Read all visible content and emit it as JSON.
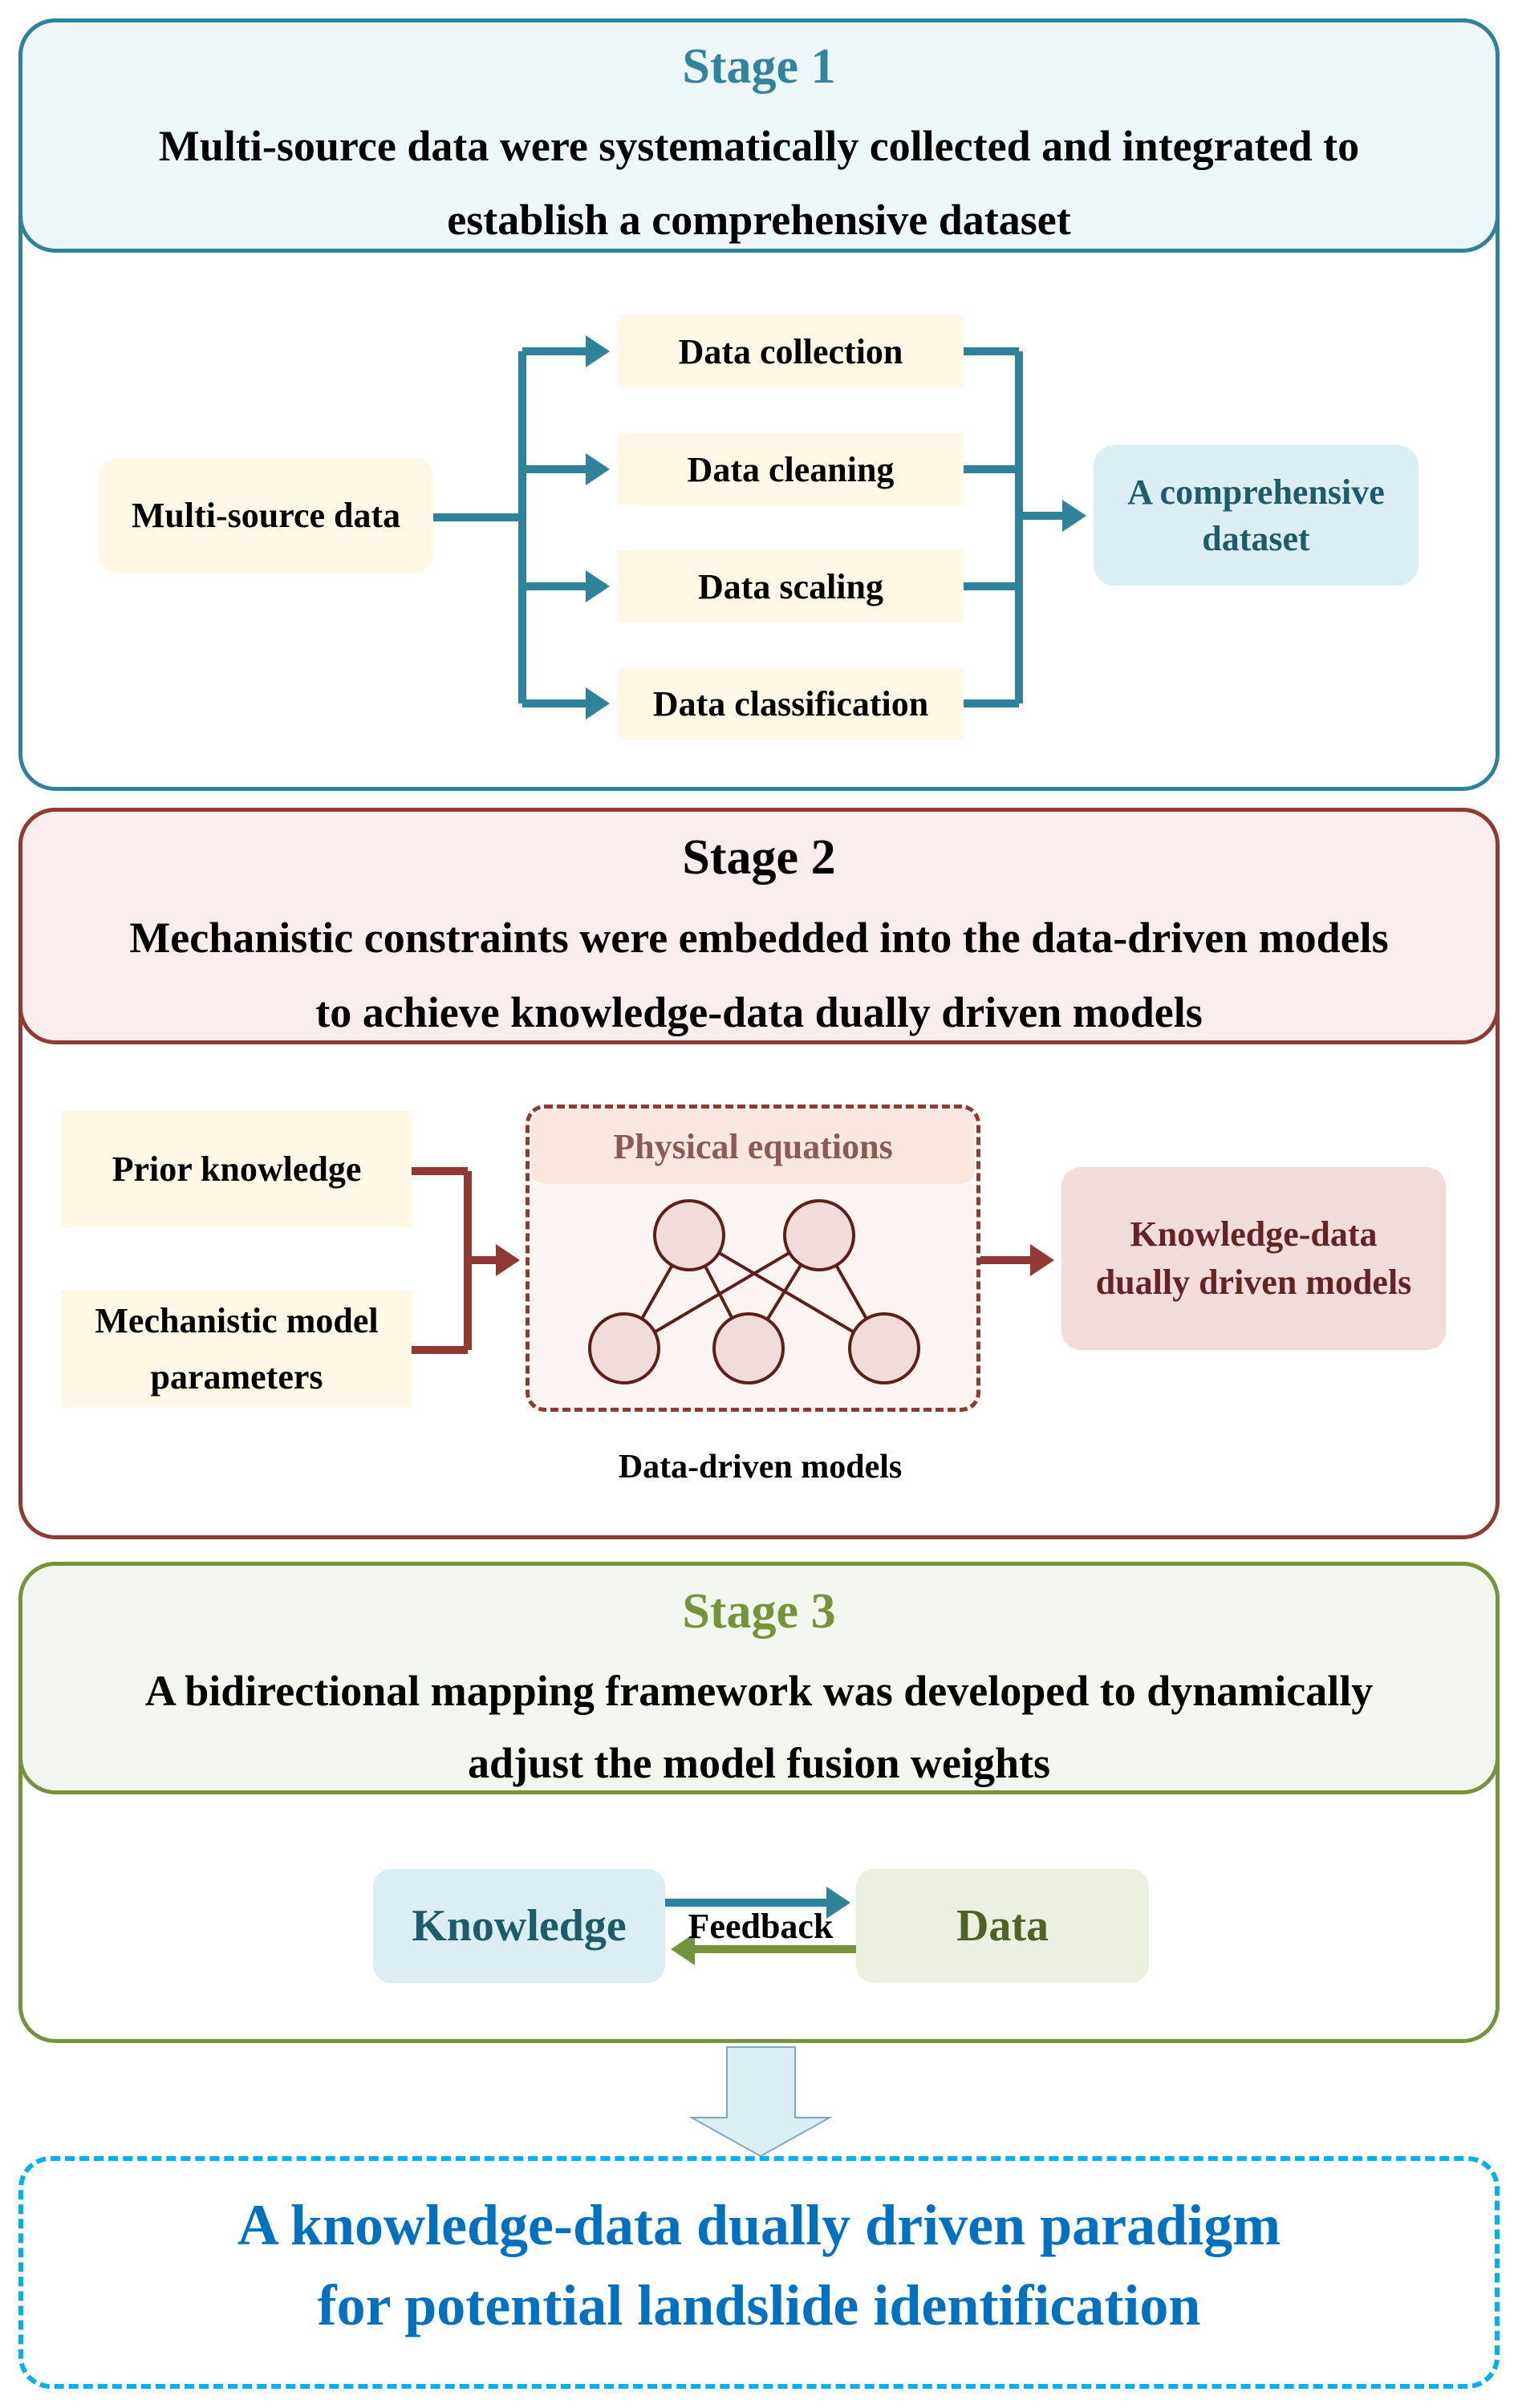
{
  "colors": {
    "stage1": "#2e8299",
    "stage2": "#8f3a33",
    "stage3": "#76933c",
    "final": "#0070c0",
    "final_border": "#00b0f0"
  },
  "stage1": {
    "title": "Stage 1",
    "desc_line1": "Multi-source data were systematically collected and integrated to",
    "desc_line2": "establish a comprehensive dataset",
    "source": "Multi-source data",
    "steps": [
      "Data collection",
      "Data cleaning",
      "Data scaling",
      "Data classification"
    ],
    "output_line1": "A comprehensive",
    "output_line2": "dataset"
  },
  "stage2": {
    "title": "Stage 2",
    "desc_line1": "Mechanistic constraints were embedded into the data-driven models",
    "desc_line2": "to achieve knowledge-data dually driven models",
    "input1": "Prior knowledge",
    "input2_line1": "Mechanistic model",
    "input2_line2": "parameters",
    "physical_label": "Physical equations",
    "model_caption": "Data-driven models",
    "output_line1": "Knowledge-data",
    "output_line2": "dually driven models"
  },
  "stage3": {
    "title": "Stage 3",
    "desc_line1": "A bidirectional mapping framework was developed to dynamically",
    "desc_line2": "adjust the model fusion weights",
    "left": "Knowledge",
    "middle": "Feedback",
    "right": "Data"
  },
  "final": {
    "line1": "A knowledge-data dually driven paradigm",
    "line2": "for potential landslide identification"
  }
}
